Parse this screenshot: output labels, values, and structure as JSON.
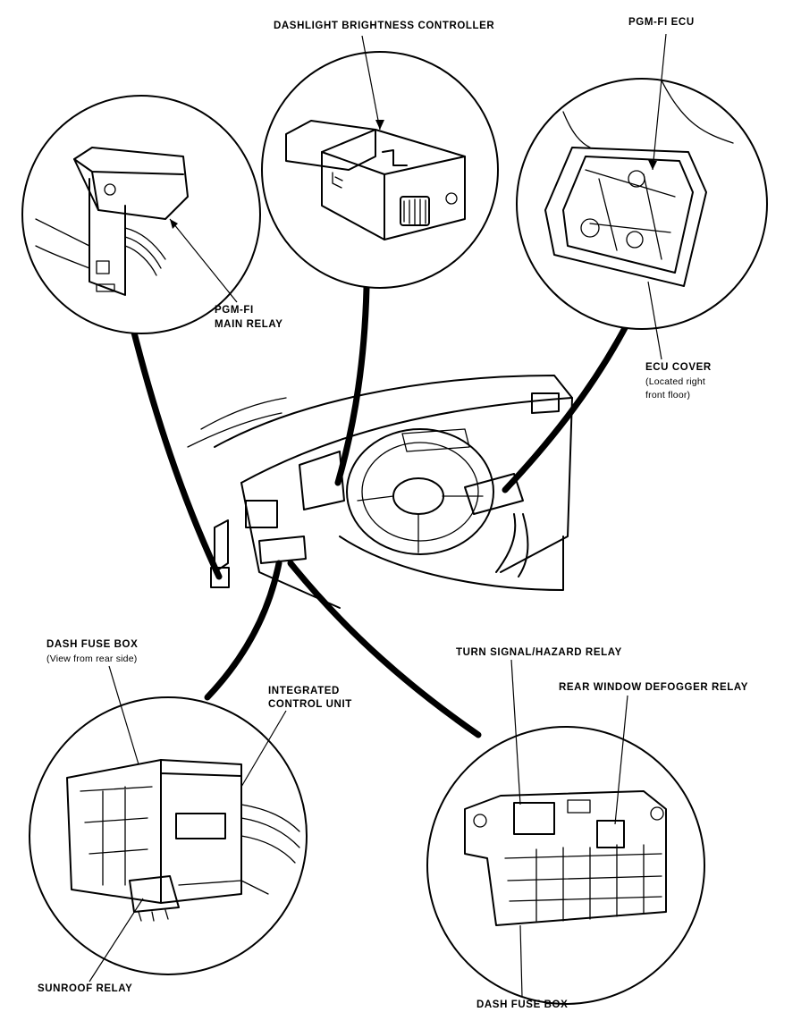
{
  "labels": {
    "dashlight": "DASHLIGHT BRIGHTNESS CONTROLLER",
    "pgmfi_ecu": "PGM-FI ECU",
    "pgmfi_main_relay_line1": "PGM-FI",
    "pgmfi_main_relay_line2": "MAIN RELAY",
    "ecu_cover": "ECU COVER",
    "ecu_cover_note1": "(Located right",
    "ecu_cover_note2": "front floor)",
    "dash_fuse_box_rear": "DASH FUSE BOX",
    "dash_fuse_box_rear_note": "(View from rear side)",
    "integrated_line1": "INTEGRATED",
    "integrated_line2": "CONTROL UNIT",
    "turn_signal": "TURN SIGNAL/HAZARD RELAY",
    "rear_defogger": "REAR WINDOW DEFOGGER RELAY",
    "sunroof_relay": "SUNROOF RELAY",
    "dash_fuse_box_front": "DASH FUSE BOX"
  },
  "colors": {
    "ink": "#000000",
    "paper": "#ffffff"
  }
}
